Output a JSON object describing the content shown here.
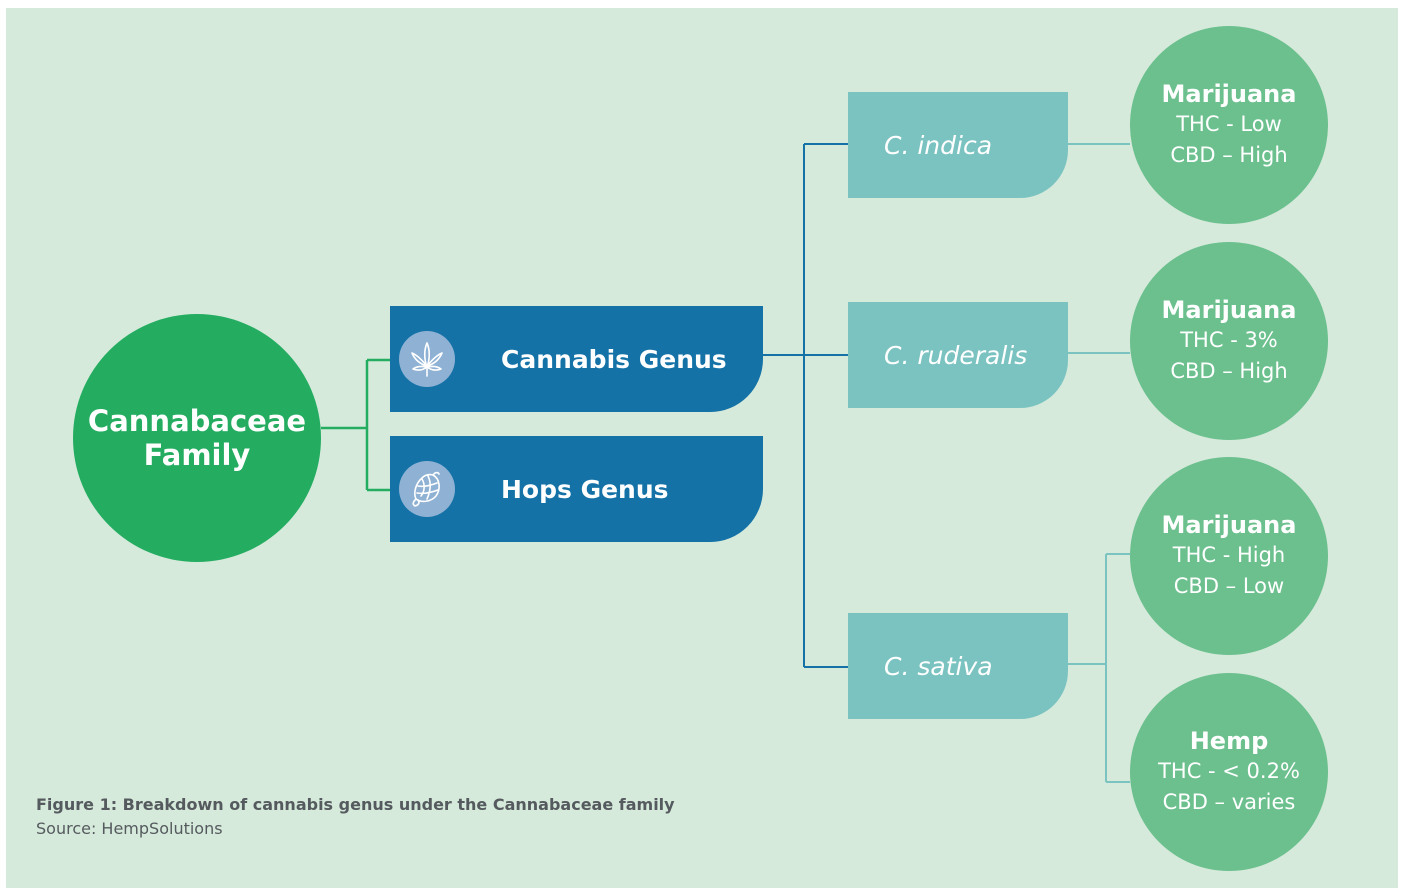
{
  "family": {
    "label": "Cannabaceae\nFamily"
  },
  "genera": [
    {
      "label": "Cannabis Genus",
      "icon": "cannabis-leaf-icon"
    },
    {
      "label": "Hops Genus",
      "icon": "hop-cone-icon"
    }
  ],
  "species": [
    {
      "label": "C. indica"
    },
    {
      "label": "C. ruderalis"
    },
    {
      "label": "C. sativa"
    }
  ],
  "results": [
    {
      "title": "Marijuana",
      "thc": "THC - Low",
      "cbd": "CBD – High"
    },
    {
      "title": "Marijuana",
      "thc": "THC - 3%",
      "cbd": "CBD – High"
    },
    {
      "title": "Marijuana",
      "thc": "THC - High",
      "cbd": "CBD – Low"
    },
    {
      "title": "Hemp",
      "thc": "THC - < 0.2%",
      "cbd": "CBD – varies"
    }
  ],
  "caption": {
    "title": "Figure 1: Breakdown of cannabis genus under the Cannabaceae family",
    "source": "Source: HempSolutions"
  },
  "colors": {
    "background": "#d5eadb",
    "family_green": "#24ad61",
    "genus_blue": "#1472a7",
    "species_teal": "#7bc3c1",
    "result_green": "#6cc08e",
    "icon_circle": "#8fb1d4"
  }
}
